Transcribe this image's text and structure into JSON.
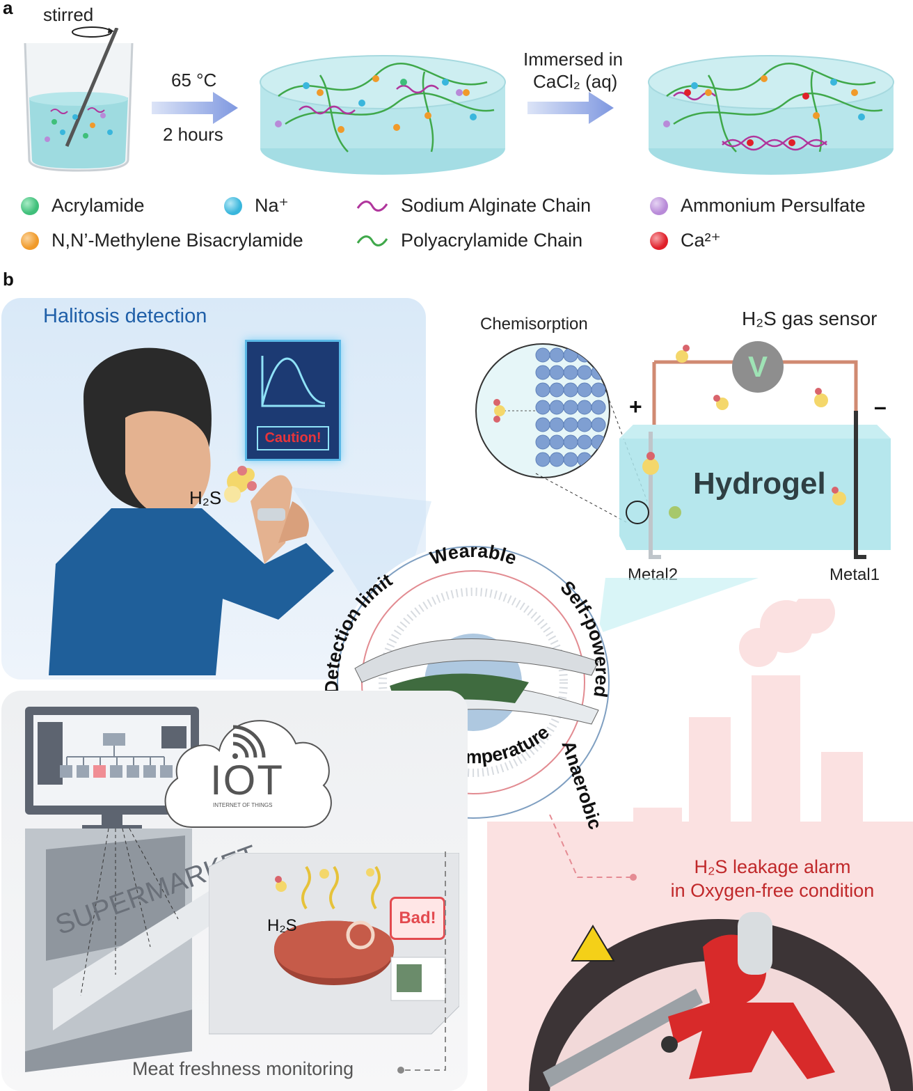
{
  "panel_a": {
    "letter": "a",
    "step1": {
      "label": "stirred"
    },
    "step2": {
      "line1": "65 °C",
      "line2": "2 hours"
    },
    "step3": {
      "line1": "Immersed in",
      "line2": "CaCl₂ (aq)"
    },
    "legend": [
      {
        "label": "Acrylamide",
        "kind": "ball",
        "color": "#3fbf7a"
      },
      {
        "label": "Na⁺",
        "kind": "ball",
        "color": "#39b6dc"
      },
      {
        "label": "Sodium Alginate Chain",
        "kind": "wave",
        "color": "#b0359c"
      },
      {
        "label": "Ammonium Persulfate",
        "kind": "ball",
        "color": "#b88ad8"
      },
      {
        "label": "N,N’-Methylene Bisacrylamide",
        "kind": "ball",
        "color": "#f09a2a"
      },
      {
        "label": "Polyacrylamide Chain",
        "kind": "wave",
        "color": "#3fa84a"
      },
      {
        "label": "Ca²⁺",
        "kind": "ball",
        "color": "#e0202a"
      }
    ]
  },
  "panel_b": {
    "letter": "b",
    "halitosis": {
      "title": "Halitosis detection",
      "caution": "Caution!",
      "gas": "H₂S"
    },
    "sensor": {
      "title": "H₂S gas sensor",
      "chemisorption": "Chemisorption",
      "voltmeter": "V",
      "plus": "+",
      "minus": "–",
      "hydrogel": "Hydrogel",
      "metal2": "Metal2",
      "metal1": "Metal1"
    },
    "features": {
      "wearable": "Wearable",
      "self_powered": "Self-powered",
      "anaerobic": "Anaerobic",
      "room_temperature": "Room-temperature",
      "low_detection": "Low Detection limit"
    },
    "iot": {
      "title": "IOT",
      "subtitle": "INTERNET OF THINGS"
    },
    "meat": {
      "store": "SUPERMARKET",
      "gas": "H₂S",
      "bad": "Bad!",
      "caption": "Meat freshness monitoring"
    },
    "leakage": {
      "line1": "H₂S leakage alarm",
      "line2": "in Oxygen-free condition"
    }
  }
}
